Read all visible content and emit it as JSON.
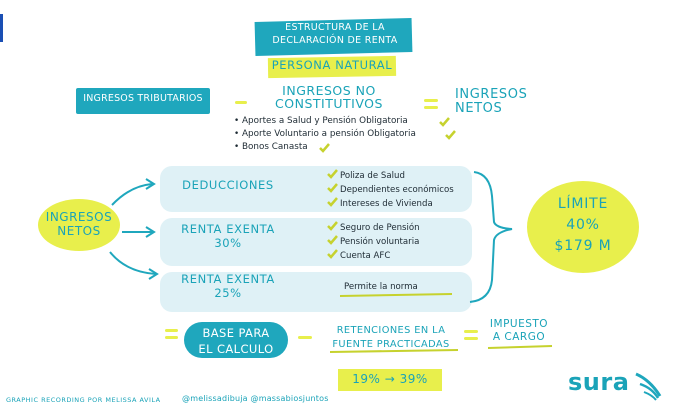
{
  "title": [
    "ESTRUCTURA DE LA",
    "DECLARACIÓN DE RENTA"
  ],
  "subtitle": "PERSONA NATURAL",
  "top_row": {
    "ingresos_tributarios": "INGRESOS TRIBUTARIOS",
    "minus": "-",
    "no_constitutivos": [
      "INGRESOS NO",
      "CONSTITUTIVOS"
    ],
    "equals": "=",
    "ingresos_netos": [
      "INGRESOS",
      "NETOS"
    ],
    "items": [
      "Aportes a Salud y Pensión Obligatoria",
      "Aporte Voluntario a pensión Obligatoria",
      "Bonos Canasta"
    ]
  },
  "left_node": [
    "INGRESOS",
    "NETOS"
  ],
  "sections": [
    {
      "label": [
        "DEDUCCIONES"
      ],
      "items": [
        "Poliza de Salud",
        "Dependientes económicos",
        "Intereses de Vivienda"
      ]
    },
    {
      "label": [
        "RENTA EXENTA",
        "30%"
      ],
      "items": [
        "Seguro de Pensión",
        "Pensión voluntaria",
        "Cuenta AFC"
      ]
    },
    {
      "label": [
        "RENTA EXENTA",
        "25%"
      ],
      "items": [
        "Permite la norma"
      ]
    }
  ],
  "limit": [
    "LÍMITE",
    "40%",
    "$179 M"
  ],
  "bottom_row": {
    "equals": "=",
    "base": [
      "BASE PARA",
      "EL CALCULO"
    ],
    "minus": "-",
    "retenciones": [
      "RETENCIONES EN LA",
      "FUENTE PRACTICADAS"
    ],
    "equals2": "=",
    "impuesto": [
      "IMPUESTO",
      "A CARGO"
    ],
    "percent_range": "19% → 39%"
  },
  "credit": "GRAPHIC RECORDING POR MELISSA AVILA",
  "handles": "@melissadibuja  @massabiosjuntos",
  "brand": "sura",
  "colors": {
    "teal": "#1fa7bd",
    "yellow": "#e8ef4c",
    "light_band": "#dff1f6",
    "ink": "#1d2a33"
  }
}
